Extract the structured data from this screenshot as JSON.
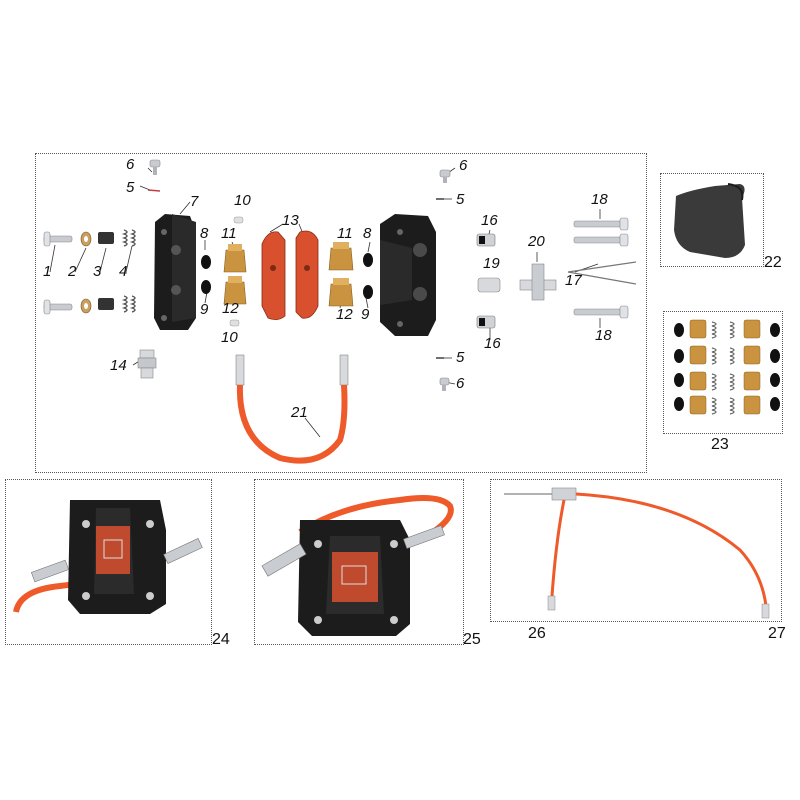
{
  "labels": {
    "l1": "1",
    "l2": "2",
    "l3": "3",
    "l4": "4",
    "l5a": "5",
    "l5b": "5",
    "l5c": "5",
    "l6a": "6",
    "l6b": "6",
    "l6c": "6",
    "l7": "7",
    "l8a": "8",
    "l8b": "8",
    "l9a": "9",
    "l9b": "9",
    "l10a": "10",
    "l10b": "10",
    "l11a": "11",
    "l11b": "11",
    "l12a": "12",
    "l12b": "12",
    "l13": "13",
    "l14": "14",
    "l16a": "16",
    "l16b": "16",
    "l17": "17",
    "l18a": "18",
    "l18b": "18",
    "l19": "19",
    "l20": "20",
    "l21": "21",
    "l22": "22",
    "l23": "23",
    "l24": "24",
    "l25": "25",
    "l26": "26",
    "l27": "27"
  },
  "colors": {
    "caliper_black": "#1c1c1c",
    "brake_pad_red": "#d9502f",
    "hose_orange": "#ee5a2a",
    "brass": "#c9933f",
    "steel": "#b8bcc0",
    "frame_dots": "#555555"
  }
}
